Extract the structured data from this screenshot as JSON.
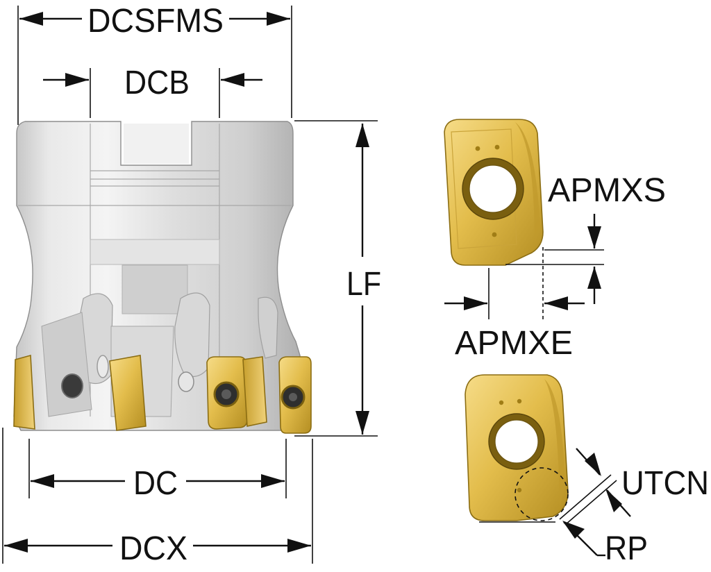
{
  "labels": {
    "dcsfms": "DCSFMS",
    "dcb": "DCB",
    "lf": "LF",
    "dc": "DC",
    "dcx": "DCX",
    "apmxs": "APMXS",
    "apmxe": "APMXE",
    "utcn": "UTCN",
    "rp": "RP"
  },
  "colors": {
    "body_light": "#eeeeee",
    "body_mid": "#d3d3d3",
    "body_dark": "#b3b3b3",
    "insert_light": "#f0d27a",
    "insert_mid": "#dcb444",
    "insert_dark": "#b08b20",
    "dimension_ink": "#111111"
  }
}
